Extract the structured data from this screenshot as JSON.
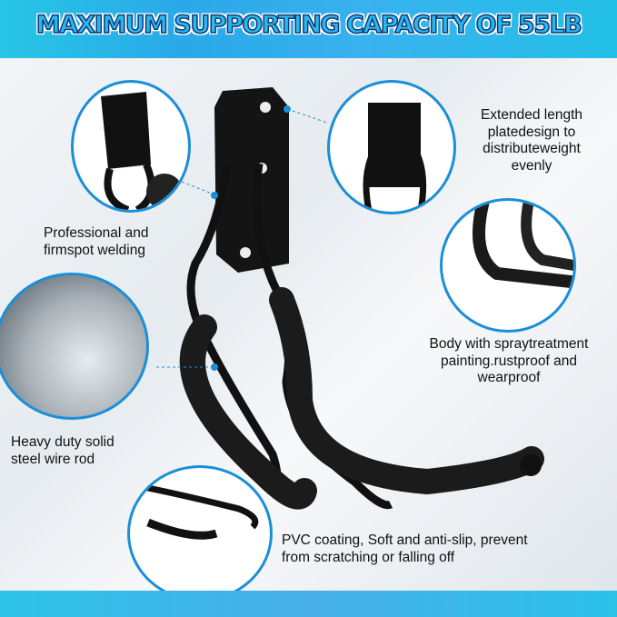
{
  "title": "MAXIMUM SUPPORTING CAPACITY OF 55LB",
  "features": {
    "plate": "Extended length\nplatedesign to\ndistributeweight\nevenly",
    "welding": "Professional and\nfirmspot welding",
    "coating": "Body with spraytreatment\npainting.rustproof and\nwearproof",
    "steel": "Heavy duty solid\nsteel wire rod",
    "pvc": "PVC coating, Soft and anti-slip, prevent\nfrom scratching or falling off"
  },
  "colors": {
    "accent": "#1a8fd8",
    "banner": "#2aa8e8"
  }
}
